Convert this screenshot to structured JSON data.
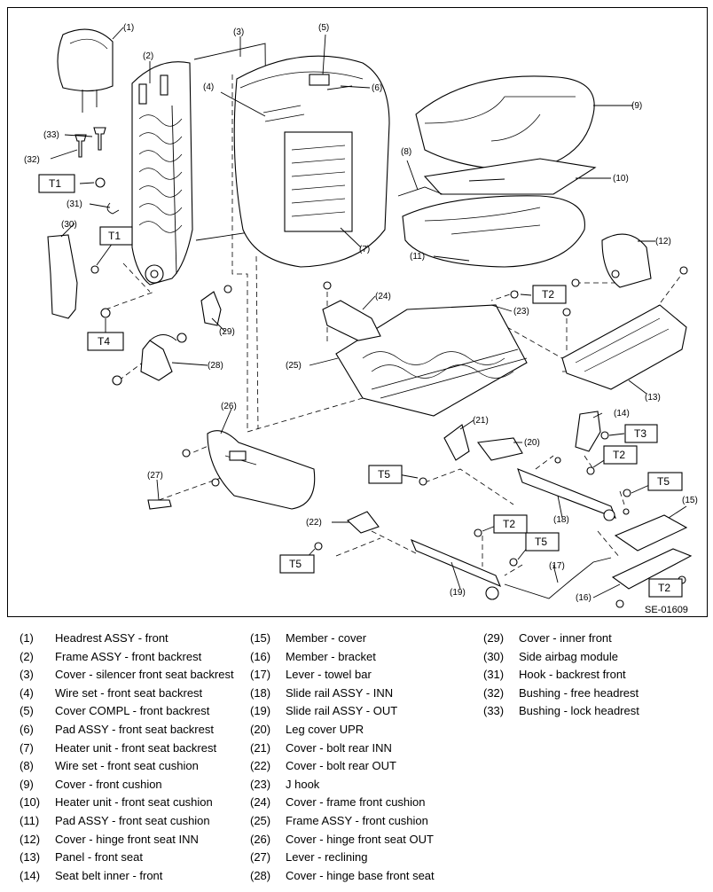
{
  "diagram": {
    "code": "SE-01609",
    "callouts": [
      "(1)",
      "(2)",
      "(3)",
      "(4)",
      "(5)",
      "(6)",
      "(7)",
      "(8)",
      "(9)",
      "(10)",
      "(11)",
      "(12)",
      "(13)",
      "(14)",
      "(15)",
      "(16)",
      "(17)",
      "(18)",
      "(19)",
      "(20)",
      "(21)",
      "(22)",
      "(23)",
      "(24)",
      "(25)",
      "(26)",
      "(27)",
      "(28)",
      "(29)",
      "(30)",
      "(31)",
      "(32)",
      "(33)"
    ],
    "torque_tags": [
      "T1",
      "T1",
      "T4",
      "T2",
      "T3",
      "T2",
      "T5",
      "T5",
      "T2",
      "T5",
      "T5",
      "T2"
    ]
  },
  "legend": {
    "col1": [
      {
        "num": "(1)",
        "text": "Headrest ASSY - front"
      },
      {
        "num": "(2)",
        "text": "Frame ASSY - front backrest"
      },
      {
        "num": "(3)",
        "text": "Cover - silencer front seat backrest"
      },
      {
        "num": "(4)",
        "text": "Wire set - front seat backrest"
      },
      {
        "num": "(5)",
        "text": "Cover COMPL - front backrest"
      },
      {
        "num": "(6)",
        "text": "Pad ASSY - front seat backrest"
      },
      {
        "num": "(7)",
        "text": "Heater unit - front seat backrest"
      },
      {
        "num": "(8)",
        "text": "Wire set - front seat cushion"
      },
      {
        "num": "(9)",
        "text": "Cover - front cushion"
      },
      {
        "num": "(10)",
        "text": "Heater unit - front seat cushion"
      },
      {
        "num": "(11)",
        "text": "Pad ASSY - front seat cushion"
      },
      {
        "num": "(12)",
        "text": "Cover - hinge front seat INN"
      },
      {
        "num": "(13)",
        "text": "Panel - front seat"
      },
      {
        "num": "(14)",
        "text": "Seat belt inner - front"
      }
    ],
    "col2": [
      {
        "num": "(15)",
        "text": "Member - cover"
      },
      {
        "num": "(16)",
        "text": "Member - bracket"
      },
      {
        "num": "(17)",
        "text": "Lever - towel bar"
      },
      {
        "num": "(18)",
        "text": "Slide rail ASSY - INN"
      },
      {
        "num": "(19)",
        "text": "Slide rail ASSY - OUT"
      },
      {
        "num": "(20)",
        "text": "Leg cover UPR"
      },
      {
        "num": "(21)",
        "text": "Cover - bolt rear INN"
      },
      {
        "num": "(22)",
        "text": "Cover - bolt rear OUT"
      },
      {
        "num": "(23)",
        "text": "J hook"
      },
      {
        "num": "(24)",
        "text": "Cover - frame front cushion"
      },
      {
        "num": "(25)",
        "text": "Frame ASSY - front cushion"
      },
      {
        "num": "(26)",
        "text": "Cover - hinge front seat OUT"
      },
      {
        "num": "(27)",
        "text": "Lever - reclining"
      },
      {
        "num": "(28)",
        "text": "Cover - hinge base front seat"
      }
    ],
    "col3": [
      {
        "num": "(29)",
        "text": "Cover - inner front"
      },
      {
        "num": "(30)",
        "text": "Side airbag module"
      },
      {
        "num": "(31)",
        "text": "Hook - backrest front"
      },
      {
        "num": "(32)",
        "text": "Bushing - free headrest"
      },
      {
        "num": "(33)",
        "text": "Bushing - lock headrest"
      }
    ]
  }
}
